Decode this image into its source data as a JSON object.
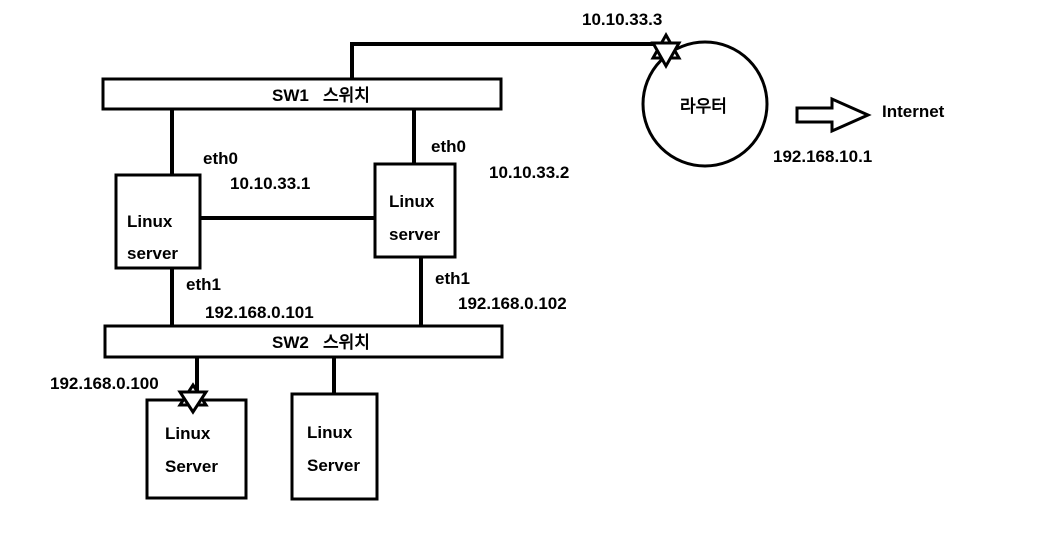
{
  "switches": {
    "sw1": "SW1   스위치",
    "sw2": "SW2   스위치"
  },
  "router": {
    "label": "라우터",
    "outside_ip": "10.10.33.3",
    "inside_ip": "192.168.10.1"
  },
  "internet_label": "Internet",
  "server_a": {
    "line1": "Linux",
    "line2": "server",
    "eth0_label": "eth0",
    "eth0_ip": "10.10.33.1",
    "eth1_label": "eth1",
    "eth1_ip": "192.168.0.101"
  },
  "server_b": {
    "line1": "Linux",
    "line2": "server",
    "eth0_label": "eth0",
    "eth0_ip": "10.10.33.2",
    "eth1_label": "eth1",
    "eth1_ip": "192.168.0.102"
  },
  "server_c": {
    "line1": "Linux",
    "line2": "Server",
    "ip": "192.168.0.100"
  },
  "server_d": {
    "line1": "Linux",
    "line2": "Server"
  }
}
